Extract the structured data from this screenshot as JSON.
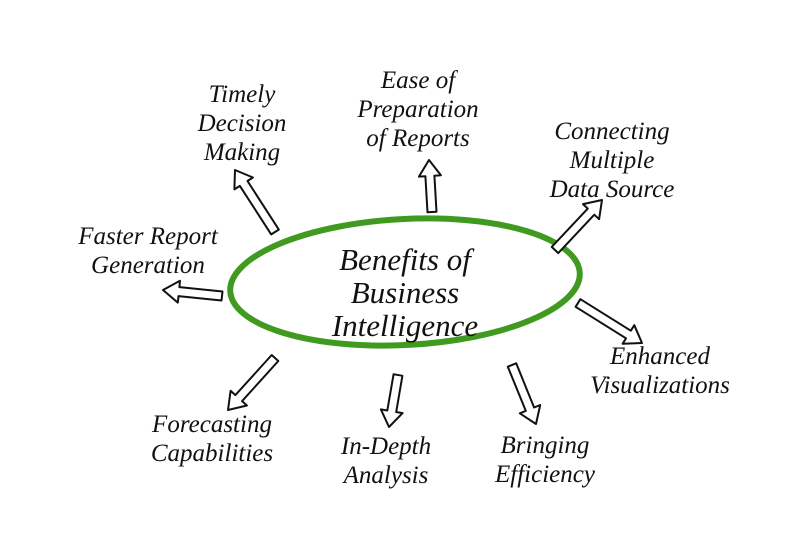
{
  "accent_color": "#3f9a1f",
  "center": {
    "lines": [
      "Benefits of",
      "Business",
      "Intelligence"
    ]
  },
  "benefits": [
    {
      "id": "timely",
      "lines": [
        "Timely",
        "Decision",
        "Making"
      ]
    },
    {
      "id": "ease",
      "lines": [
        "Ease of",
        "Preparation",
        "of Reports"
      ]
    },
    {
      "id": "connecting",
      "lines": [
        "Connecting",
        "Multiple",
        "Data Source"
      ]
    },
    {
      "id": "faster",
      "lines": [
        "Faster Report",
        "Generation"
      ]
    },
    {
      "id": "enhanced",
      "lines": [
        "Enhanced",
        "Visualizations"
      ]
    },
    {
      "id": "forecasting",
      "lines": [
        "Forecasting",
        "Capabilities"
      ]
    },
    {
      "id": "indepth",
      "lines": [
        "In-Depth",
        "Analysis"
      ]
    },
    {
      "id": "bringing",
      "lines": [
        "Bringing",
        "Efficiency"
      ]
    }
  ]
}
